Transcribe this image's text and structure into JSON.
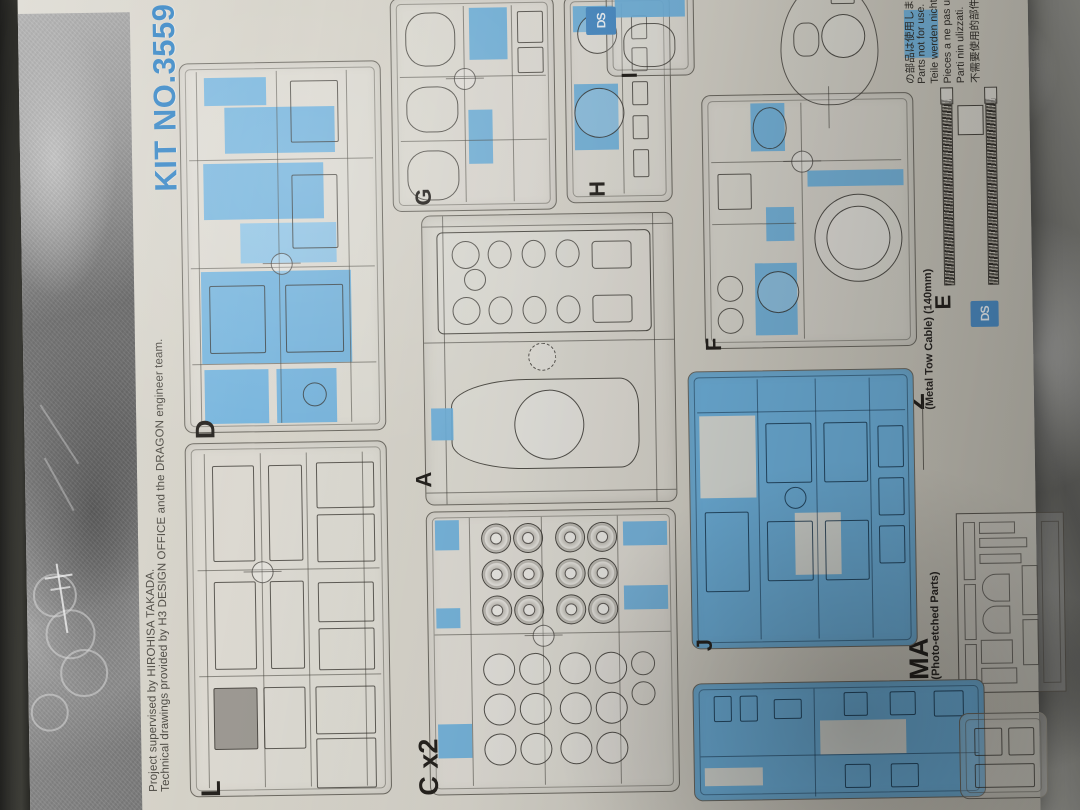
{
  "sheet": {
    "kit_number": "KIT NO.3559",
    "credits": [
      "Project supervised by HIROHISA TAKADA.",
      "Technical drawings provided by H3 DESIGN OFFICE and the DRAGON engineer team."
    ]
  },
  "warning": {
    "lines": [
      "の部品は使用しません。",
      "Parts not for use.",
      "Teile werden nicht verwendet.",
      "Pieces a ne pas utiliser.",
      "Parti nin ulizzati.",
      "不需要使用的部件"
    ]
  },
  "sprues": [
    {
      "id": "L",
      "label": "L",
      "note": ""
    },
    {
      "id": "D",
      "label": "D",
      "note": ""
    },
    {
      "id": "G",
      "label": "G",
      "note": ""
    },
    {
      "id": "A",
      "label": "A",
      "note": ""
    },
    {
      "id": "C",
      "label": "C x2",
      "note": ""
    },
    {
      "id": "H",
      "label": "H",
      "note": ""
    },
    {
      "id": "I",
      "label": "I",
      "note": ""
    },
    {
      "id": "F",
      "label": "F",
      "note": ""
    },
    {
      "id": "J",
      "label": "J",
      "note": ""
    },
    {
      "id": "E",
      "label": "E",
      "note": ""
    },
    {
      "id": "Z",
      "label": "Z",
      "note": "(Metal Tow Cable) (140mm)"
    },
    {
      "id": "MA",
      "label": "MA",
      "note": "(Photo-etched Parts)"
    }
  ],
  "badges": {
    "ds_logo": "DS",
    "ds_logo_name": "ds-plastic-logo"
  },
  "colors": {
    "highlight_blue": "#6fb2dd",
    "kit_number_blue": "#2b7fc2",
    "paper": "#d7d4cb",
    "ink": "#34312c"
  },
  "icons": {
    "tow_cable": "braided-cable-icon",
    "photo_etch_fret": "photo-etched-fret-icon",
    "turret_top_view": "turret-top-view-icon",
    "hull_top_view": "hull-top-view-icon",
    "road_wheel": "road-wheel-icon"
  },
  "photo": {
    "caption": "",
    "subject": "historical tank photograph"
  }
}
